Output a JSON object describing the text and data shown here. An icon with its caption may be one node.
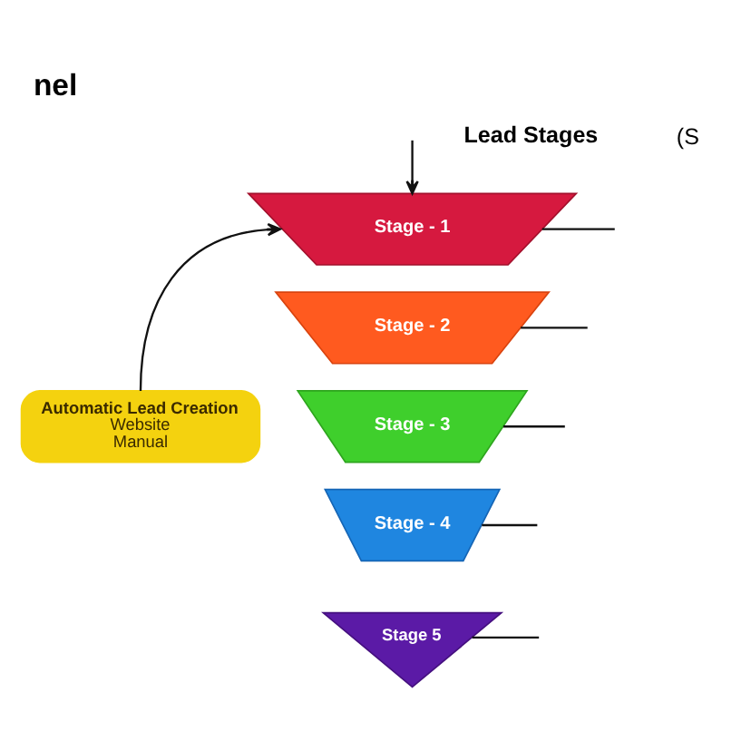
{
  "diagram": {
    "title": "nel",
    "nodes": [
      {
        "text": [
          "Automatic Lead Creation",
          "Website",
          "Manual"
        ]
      },
      {
        "text": [
          "Stage - 1"
        ]
      },
      {
        "text": [
          "Stage - 2"
        ]
      },
      {
        "text": [
          "Stage - 3"
        ]
      },
      {
        "text": [
          "Stage - 4"
        ]
      },
      {
        "text": [
          "Stage 5"
        ]
      }
    ],
    "edges": [
      {
        "from": 1,
        "to": null,
        "arrow": "none"
      },
      {
        "from": 2,
        "to": null,
        "arrow": "none"
      },
      {
        "from": 3,
        "to": null,
        "arrow": "none"
      },
      {
        "from": 4,
        "to": null,
        "arrow": "none"
      },
      {
        "from": 5,
        "to": null,
        "arrow": "none"
      },
      {
        "from": 0,
        "to": 1,
        "arrow": "to"
      },
      {
        "from": null,
        "to": 1,
        "arrow": "to"
      }
    ],
    "labels": [
      "Lead Stages",
      "(S"
    ]
  }
}
